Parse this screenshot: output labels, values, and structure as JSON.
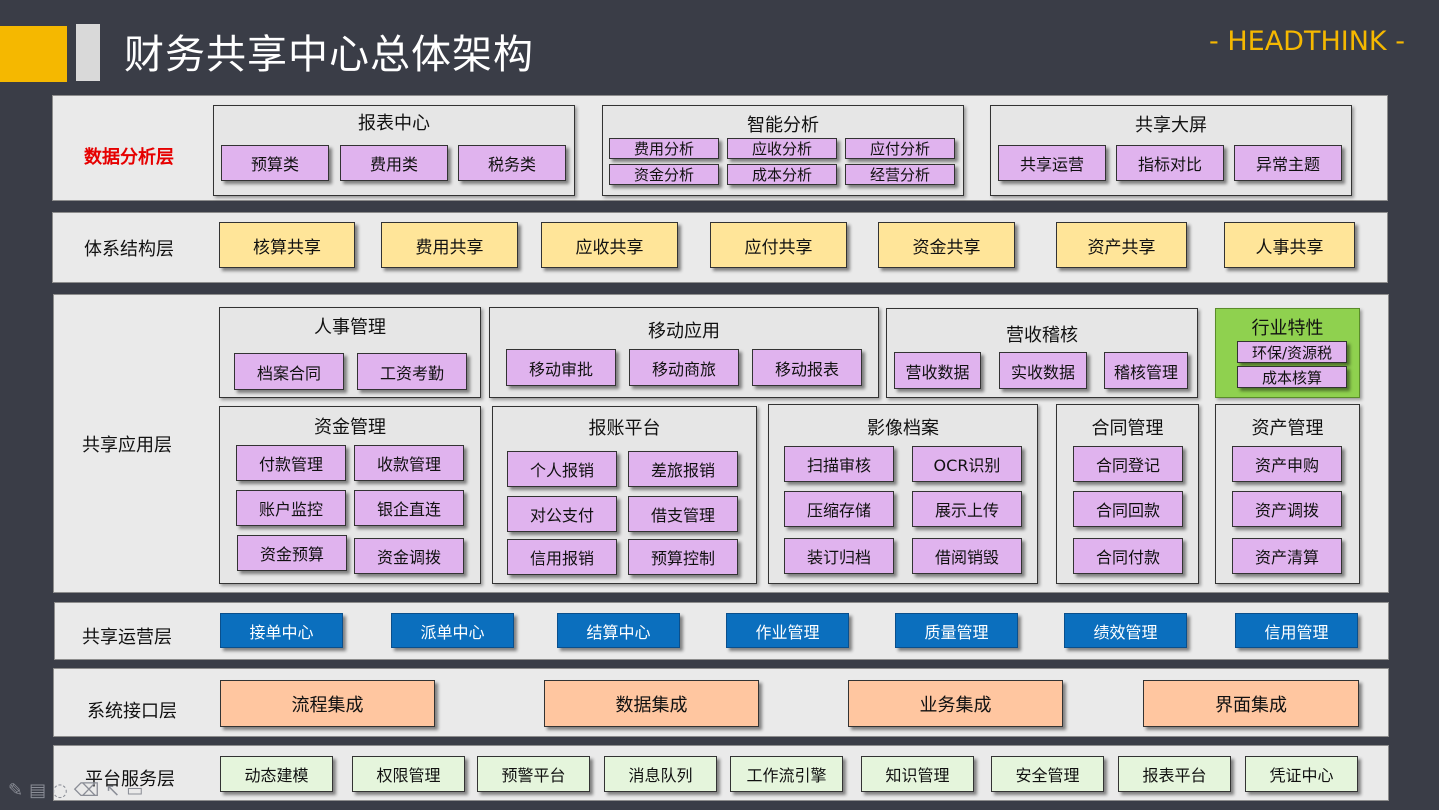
{
  "header": {
    "title": "财务共享中心总体架构",
    "brand": "- HEADTHINK -"
  },
  "layers": {
    "data_analysis": {
      "label": "数据分析层",
      "groups": [
        {
          "title": "报表中心",
          "items": [
            "预算类",
            "费用类",
            "税务类"
          ]
        },
        {
          "title": "智能分析",
          "items": [
            "费用分析",
            "应收分析",
            "应付分析",
            "资金分析",
            "成本分析",
            "经营分析"
          ]
        },
        {
          "title": "共享大屏",
          "items": [
            "共享运营",
            "指标对比",
            "异常主题"
          ]
        }
      ]
    },
    "system_structure": {
      "label": "体系结构层",
      "items": [
        "核算共享",
        "费用共享",
        "应收共享",
        "应付共享",
        "资金共享",
        "资产共享",
        "人事共享"
      ]
    },
    "shared_application": {
      "label": "共享应用层",
      "groups": [
        {
          "title": "人事管理",
          "items": [
            "档案合同",
            "工资考勤"
          ]
        },
        {
          "title": "移动应用",
          "items": [
            "移动审批",
            "移动商旅",
            "移动报表"
          ]
        },
        {
          "title": "营收稽核",
          "items": [
            "营收数据",
            "实收数据",
            "稽核管理"
          ]
        },
        {
          "title": "行业特性",
          "items": [
            "环保/资源税",
            "成本核算"
          ]
        },
        {
          "title": "资金管理",
          "items": [
            "付款管理",
            "收款管理",
            "账户监控",
            "银企直连",
            "资金预算",
            "资金调拨"
          ]
        },
        {
          "title": "报账平台",
          "items": [
            "个人报销",
            "差旅报销",
            "对公支付",
            "借支管理",
            "信用报销",
            "预算控制"
          ]
        },
        {
          "title": "影像档案",
          "items": [
            "扫描审核",
            "OCR识别",
            "压缩存储",
            "展示上传",
            "装订归档",
            "借阅销毁"
          ]
        },
        {
          "title": "合同管理",
          "items": [
            "合同登记",
            "合同回款",
            "合同付款"
          ]
        },
        {
          "title": "资产管理",
          "items": [
            "资产申购",
            "资产调拨",
            "资产清算"
          ]
        }
      ]
    },
    "shared_operation": {
      "label": "共享运营层",
      "items": [
        "接单中心",
        "派单中心",
        "结算中心",
        "作业管理",
        "质量管理",
        "绩效管理",
        "信用管理"
      ]
    },
    "system_interface": {
      "label": "系统接口层",
      "items": [
        "流程集成",
        "数据集成",
        "业务集成",
        "界面集成"
      ]
    },
    "platform_service": {
      "label": "平台服务层",
      "items": [
        "动态建模",
        "权限管理",
        "预警平台",
        "消息队列",
        "工作流引擎",
        "知识管理",
        "安全管理",
        "报表平台",
        "凭证中心"
      ]
    }
  },
  "toolbar": {
    "icons": [
      "pen-icon",
      "screen-icon",
      "brush-icon",
      "eraser-icon",
      "pointer-icon",
      "camera-icon"
    ]
  },
  "colors": {
    "accent": "#f5b800",
    "label_red": "#e60000",
    "purple": "#e0b3ee",
    "yellow": "#ffe599",
    "blue": "#0b6fbe",
    "peach": "#ffc6a0",
    "mint": "#e5f5dc",
    "green": "#8fd14f"
  }
}
